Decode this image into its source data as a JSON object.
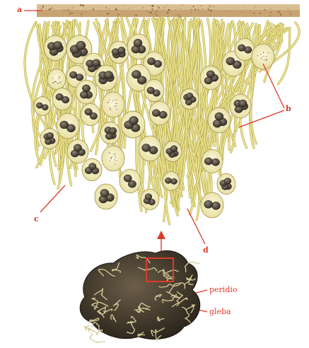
{
  "labels": {
    "a": "a",
    "b": "b",
    "c": "c",
    "d": "d",
    "peridio": "peridio",
    "gleba": "gleba"
  },
  "colors": {
    "label": "#e03a2a",
    "hyphae": "#e8e08c",
    "hyphae_stroke": "#b5a850",
    "ascus": "#f4efc4",
    "spore": "#4a4236",
    "soil": "#c9a77a",
    "truffle": "#3e362b",
    "truffle_vein": "#d8cc9a"
  },
  "icons": {
    "up_arrow": "arrow-up-icon"
  }
}
